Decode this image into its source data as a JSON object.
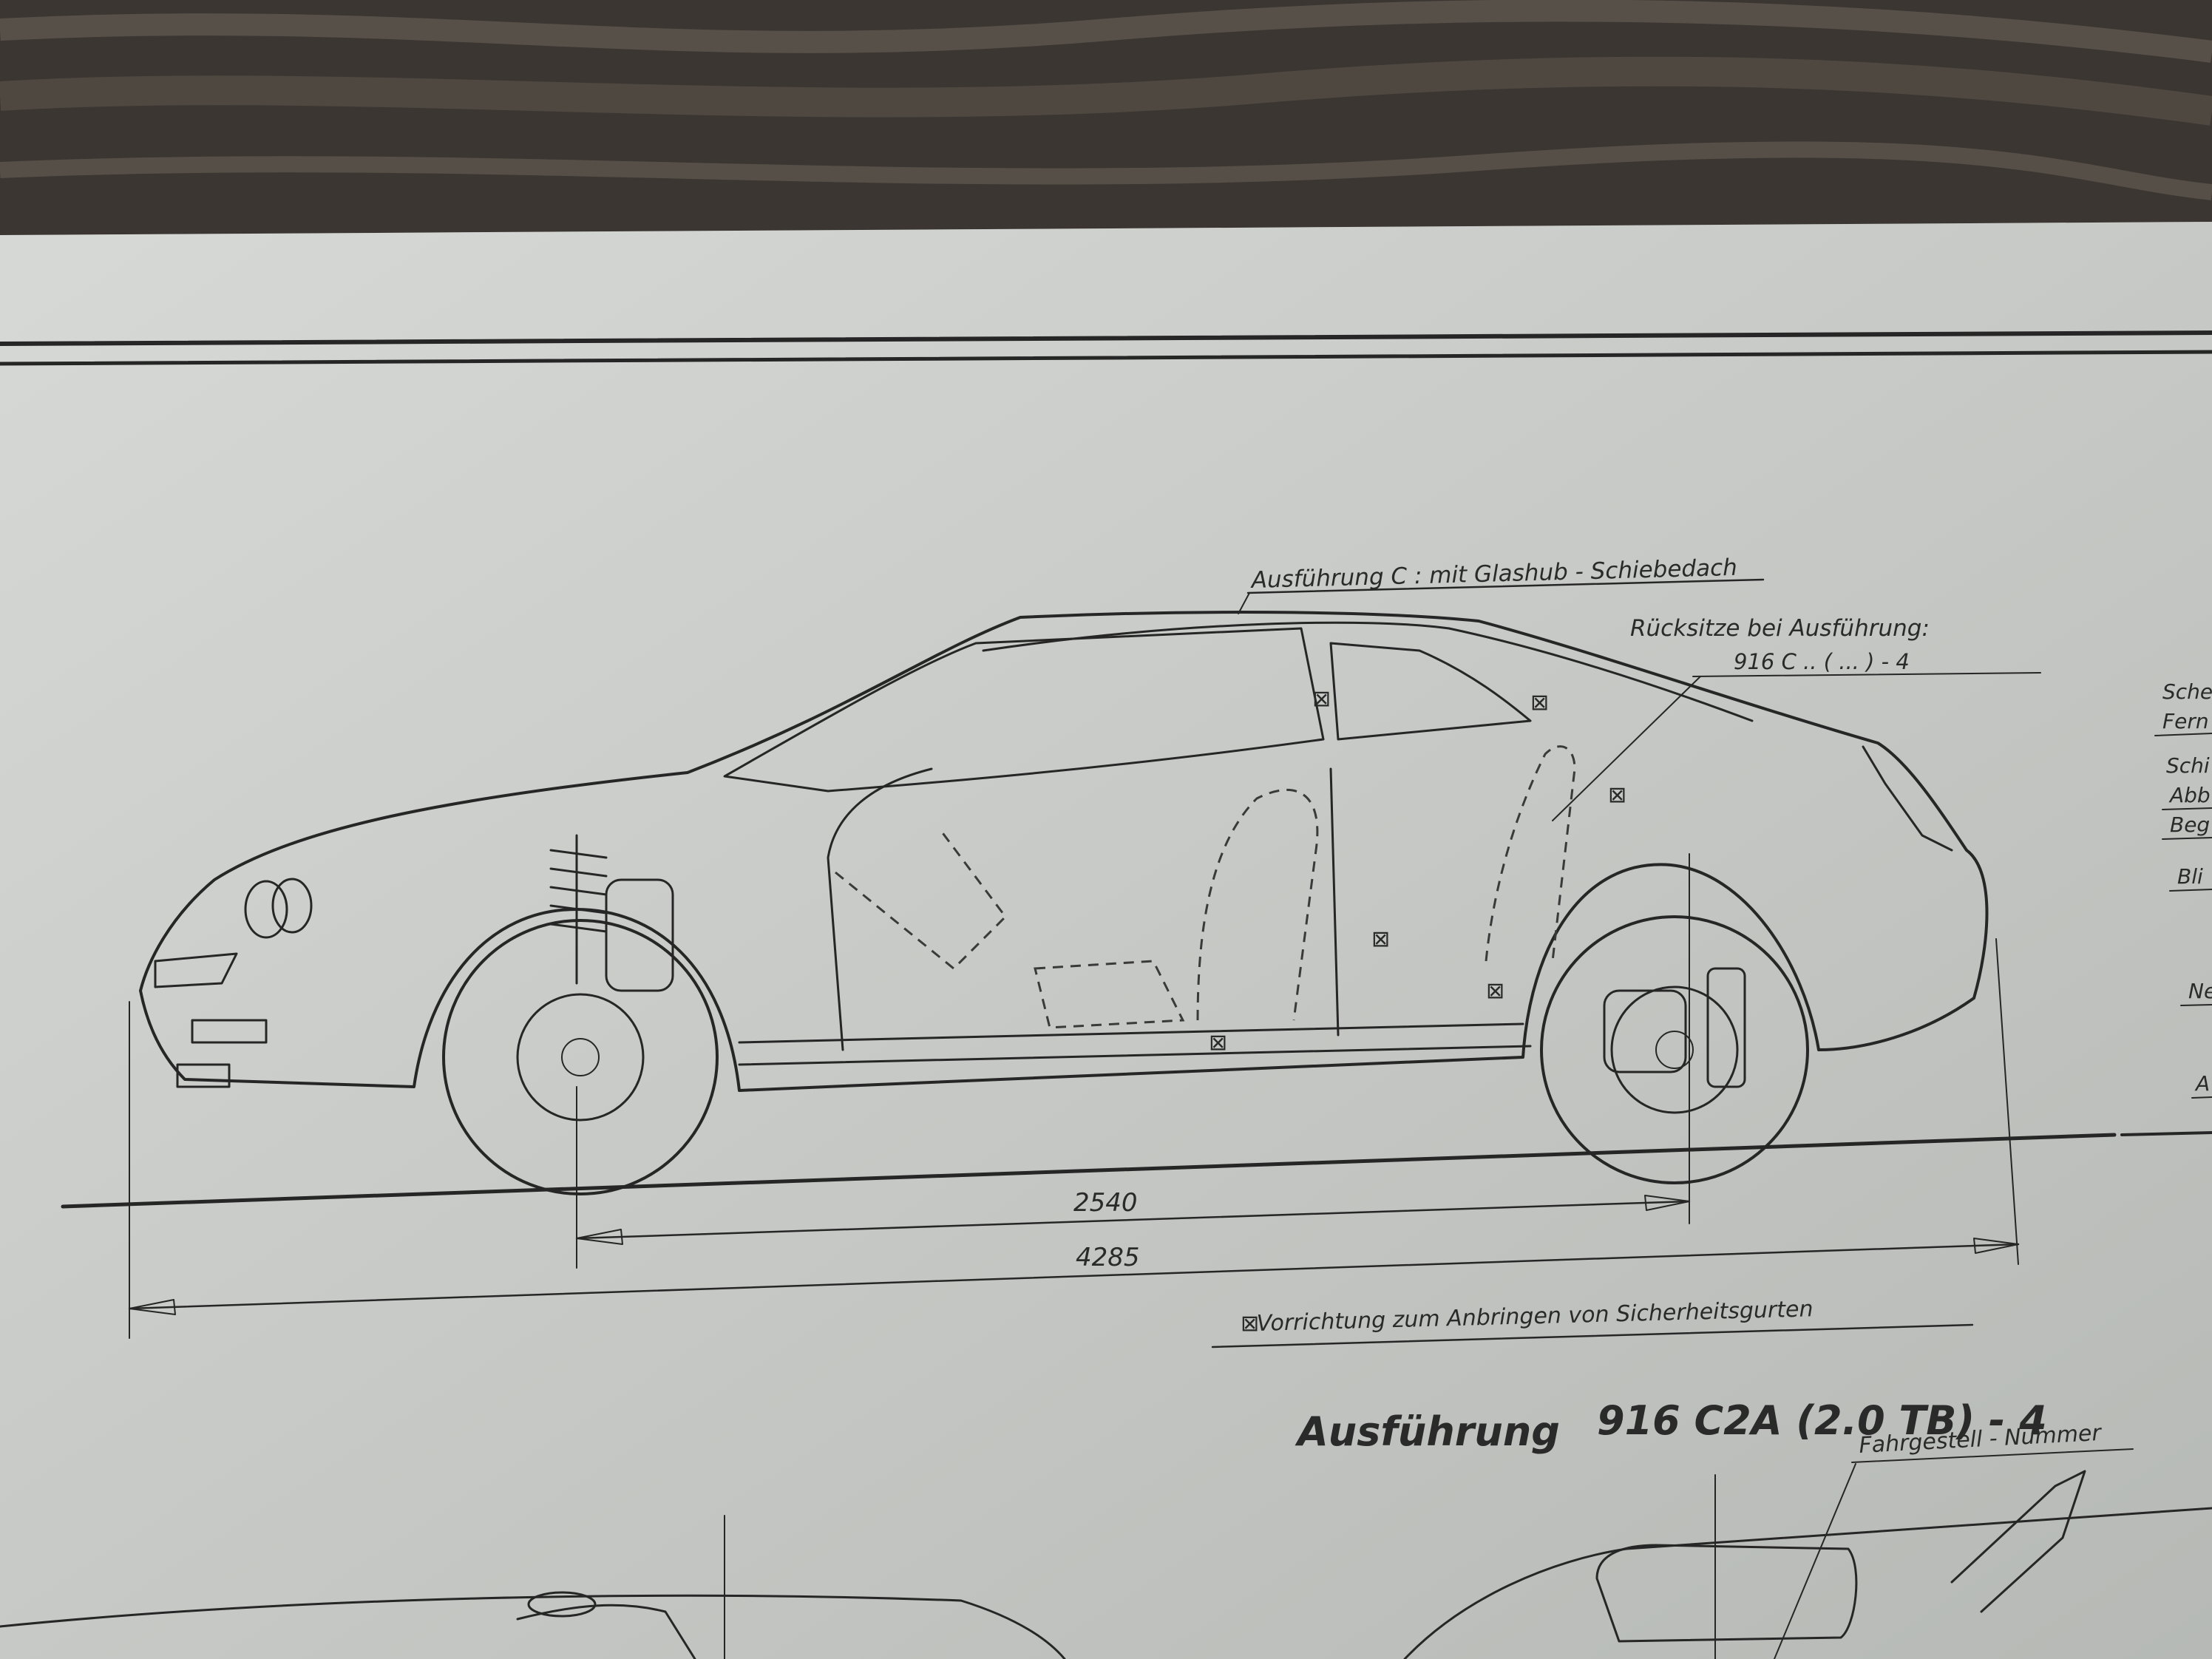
{
  "drawing": {
    "top_variant_note": "Ausführung C : mit Glashub - Schiebedach",
    "rear_seat_note_line1": "Rücksitze  bei Ausführung:",
    "rear_seat_note_line2": "916 C .. ( ... ) - 4",
    "wheelbase": "2540",
    "overall_length": "4285",
    "seatbelt_legend": "Vorrichtung  zum  Anbringen  von  Sicherheitsgurten",
    "seatbelt_symbol": "⊠",
    "variant_heading_word": "Ausführung",
    "variant_heading_model": "916 C2A (2.0 TB) - 4",
    "chassis_number_label": "Fahrgestell - Nummer",
    "right_edge_fragments": [
      "Sche",
      "Fern",
      "Schi",
      "Abb",
      "Beg",
      "Bli",
      "Ne",
      "A"
    ]
  },
  "colors": {
    "wood_dark": "#3b3631",
    "wood_light": "#6a625a",
    "paper": "#c9ccc8",
    "ink": "#262626"
  }
}
